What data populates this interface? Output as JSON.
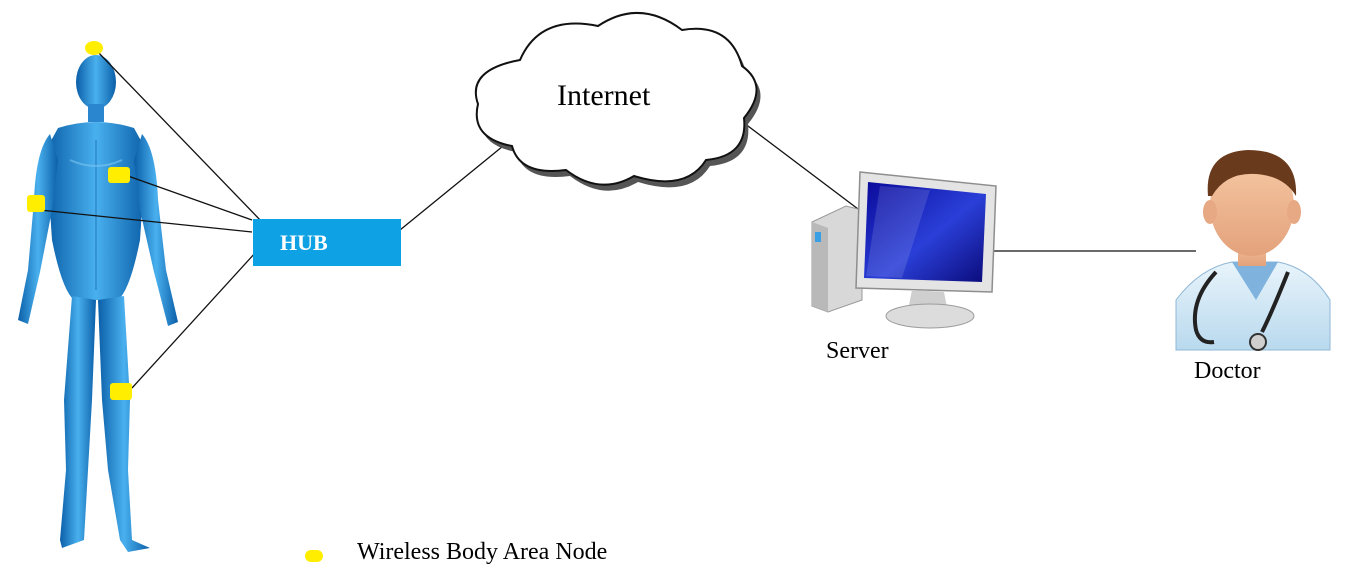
{
  "hub": {
    "label": "HUB"
  },
  "internet": {
    "label": "Internet"
  },
  "server": {
    "label": "Server"
  },
  "doctor": {
    "label": "Doctor"
  },
  "legend": {
    "node_label": "Wireless Body Area Node"
  },
  "colors": {
    "hub_fill": "#0ea1e3",
    "node_yellow": "#ffee00",
    "body_blue": "#2b8fd6",
    "screen_blue": "#1a1ab8"
  },
  "icons": [
    "human-body-icon",
    "cloud-icon",
    "server-computer-icon",
    "doctor-icon"
  ]
}
